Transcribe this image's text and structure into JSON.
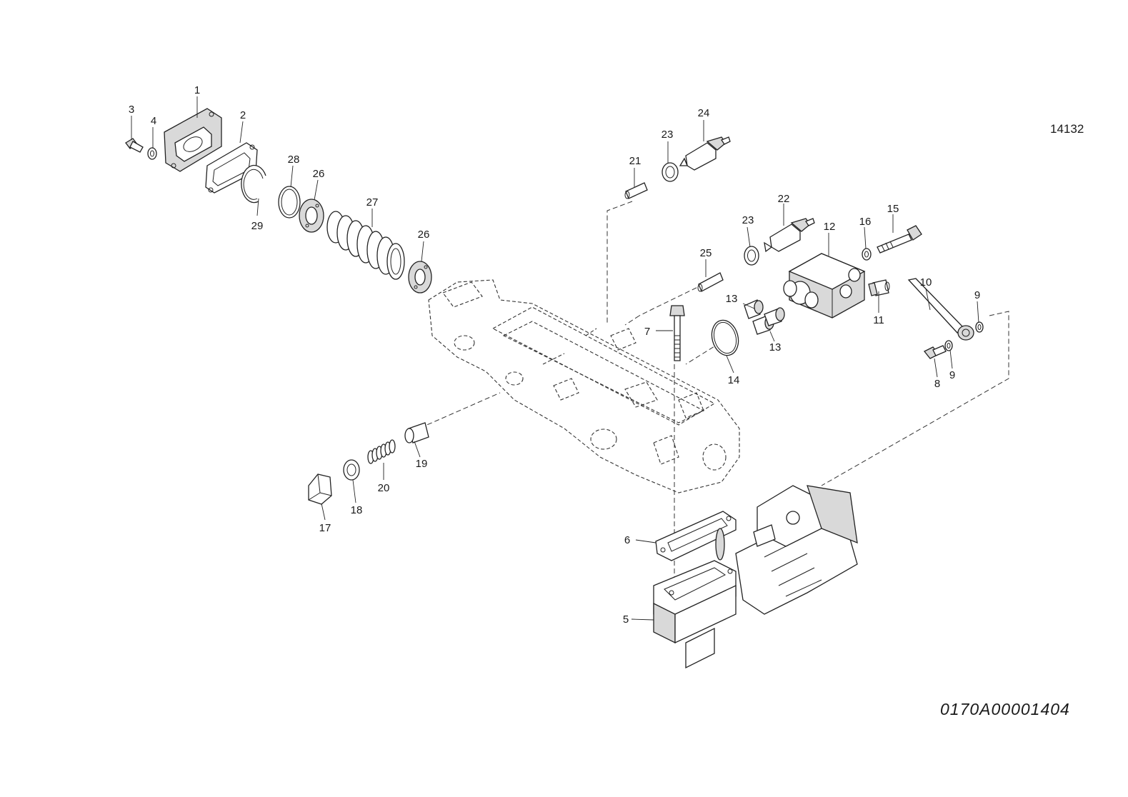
{
  "drawing": {
    "reference_number": "14132",
    "drawing_id": "0170A00001404"
  },
  "callouts": [
    {
      "key": "c1",
      "label": "1"
    },
    {
      "key": "c2",
      "label": "2"
    },
    {
      "key": "c3",
      "label": "3"
    },
    {
      "key": "c4",
      "label": "4"
    },
    {
      "key": "c5",
      "label": "5"
    },
    {
      "key": "c6",
      "label": "6"
    },
    {
      "key": "c7",
      "label": "7"
    },
    {
      "key": "c8",
      "label": "8"
    },
    {
      "key": "c9a",
      "label": "9"
    },
    {
      "key": "c9b",
      "label": "9"
    },
    {
      "key": "c10",
      "label": "10"
    },
    {
      "key": "c11",
      "label": "11"
    },
    {
      "key": "c12",
      "label": "12"
    },
    {
      "key": "c13a",
      "label": "13"
    },
    {
      "key": "c13b",
      "label": "13"
    },
    {
      "key": "c14",
      "label": "14"
    },
    {
      "key": "c15",
      "label": "15"
    },
    {
      "key": "c16",
      "label": "16"
    },
    {
      "key": "c17",
      "label": "17"
    },
    {
      "key": "c18",
      "label": "18"
    },
    {
      "key": "c19",
      "label": "19"
    },
    {
      "key": "c20",
      "label": "20"
    },
    {
      "key": "c21",
      "label": "21"
    },
    {
      "key": "c22",
      "label": "22"
    },
    {
      "key": "c23a",
      "label": "23"
    },
    {
      "key": "c23b",
      "label": "23"
    },
    {
      "key": "c24",
      "label": "24"
    },
    {
      "key": "c25",
      "label": "25"
    },
    {
      "key": "c26a",
      "label": "26"
    },
    {
      "key": "c26b",
      "label": "26"
    },
    {
      "key": "c27",
      "label": "27"
    },
    {
      "key": "c28",
      "label": "28"
    },
    {
      "key": "c29",
      "label": "29"
    }
  ]
}
